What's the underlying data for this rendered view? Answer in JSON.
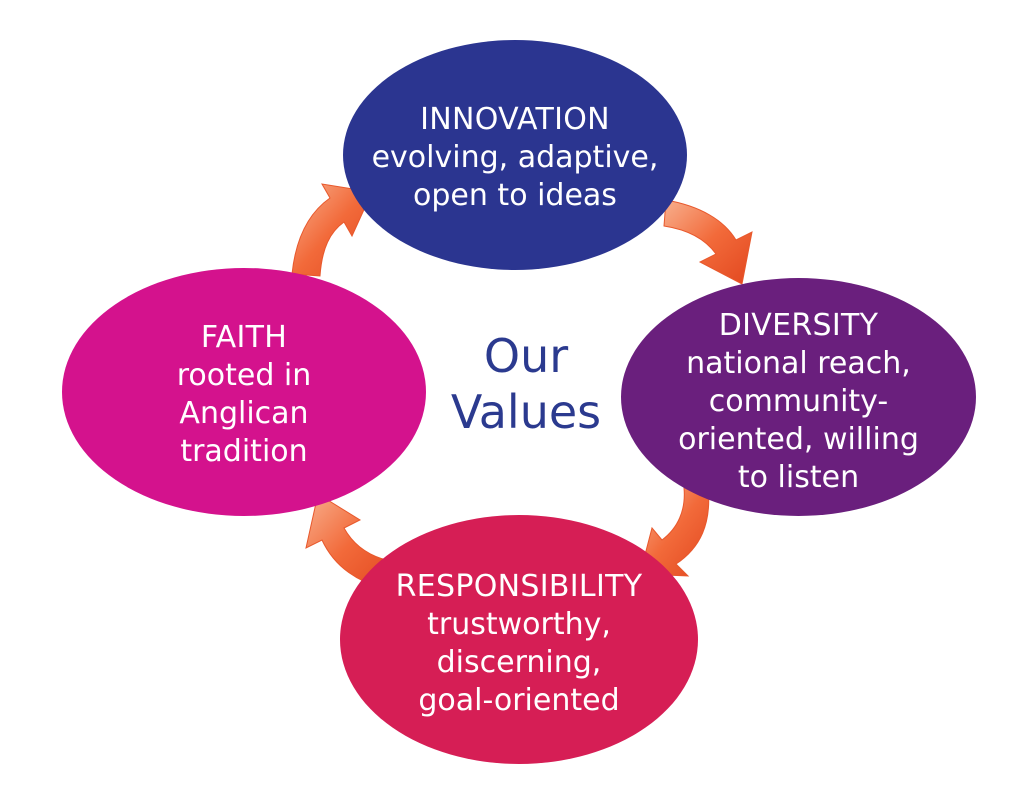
{
  "center": {
    "title": "Our\nValues"
  },
  "colors": {
    "innovation": "#2b3590",
    "diversity": "#6a1f7d",
    "responsibility": "#d61e55",
    "faith": "#d4128d",
    "arrow": "#f26a3a",
    "center_text": "#2b3a8f"
  },
  "nodes": {
    "innovation": {
      "title": "INNOVATION",
      "desc": "evolving, adaptive,\nopen to ideas"
    },
    "diversity": {
      "title": "DIVERSITY",
      "desc": "national reach,\ncommunity-\noriented, willing\nto listen"
    },
    "responsibility": {
      "title": "RESPONSIBILITY",
      "desc": "trustworthy,\ndiscerning,\ngoal-oriented"
    },
    "faith": {
      "title": "FAITH",
      "desc": "rooted in\nAnglican\ntradition"
    }
  }
}
